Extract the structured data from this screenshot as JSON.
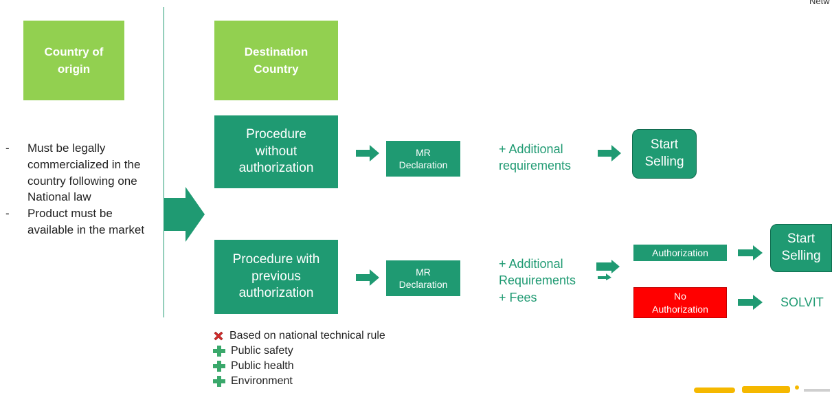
{
  "header": {
    "corner_text": "Netw"
  },
  "columns": {
    "origin_label": "Country of\norigin",
    "destination_label": "Destination\nCountry"
  },
  "requirements": [
    "Must be legally commercialized in the country following one National law",
    "Product must be available in the market"
  ],
  "procedures": {
    "without_auth": {
      "label": "Procedure\nwithout\nauthorization",
      "declaration": "MR\nDeclaration",
      "additional": "+ Additional\nrequirements",
      "result": "Start\nSelling"
    },
    "with_auth": {
      "label": "Procedure with\nprevious\nauthorization",
      "declaration": "MR\nDeclaration",
      "additional": "+ Additional\nRequirements\n+ Fees",
      "authorization": "Authorization",
      "no_authorization": "No\nAuthorization",
      "result": "Start\nSelling",
      "solvit": "SOLVIT"
    }
  },
  "legend": [
    {
      "icon": "cross-icon",
      "text": "Based on national technical rule"
    },
    {
      "icon": "plus-icon",
      "text": "Public safety"
    },
    {
      "icon": "plus-icon",
      "text": "Public health"
    },
    {
      "icon": "plus-icon",
      "text": "Environment"
    }
  ],
  "colors": {
    "light_green": "#92d050",
    "dark_green": "#1f9a72",
    "red": "#ff0000",
    "logo_orange": "#f5b800"
  }
}
